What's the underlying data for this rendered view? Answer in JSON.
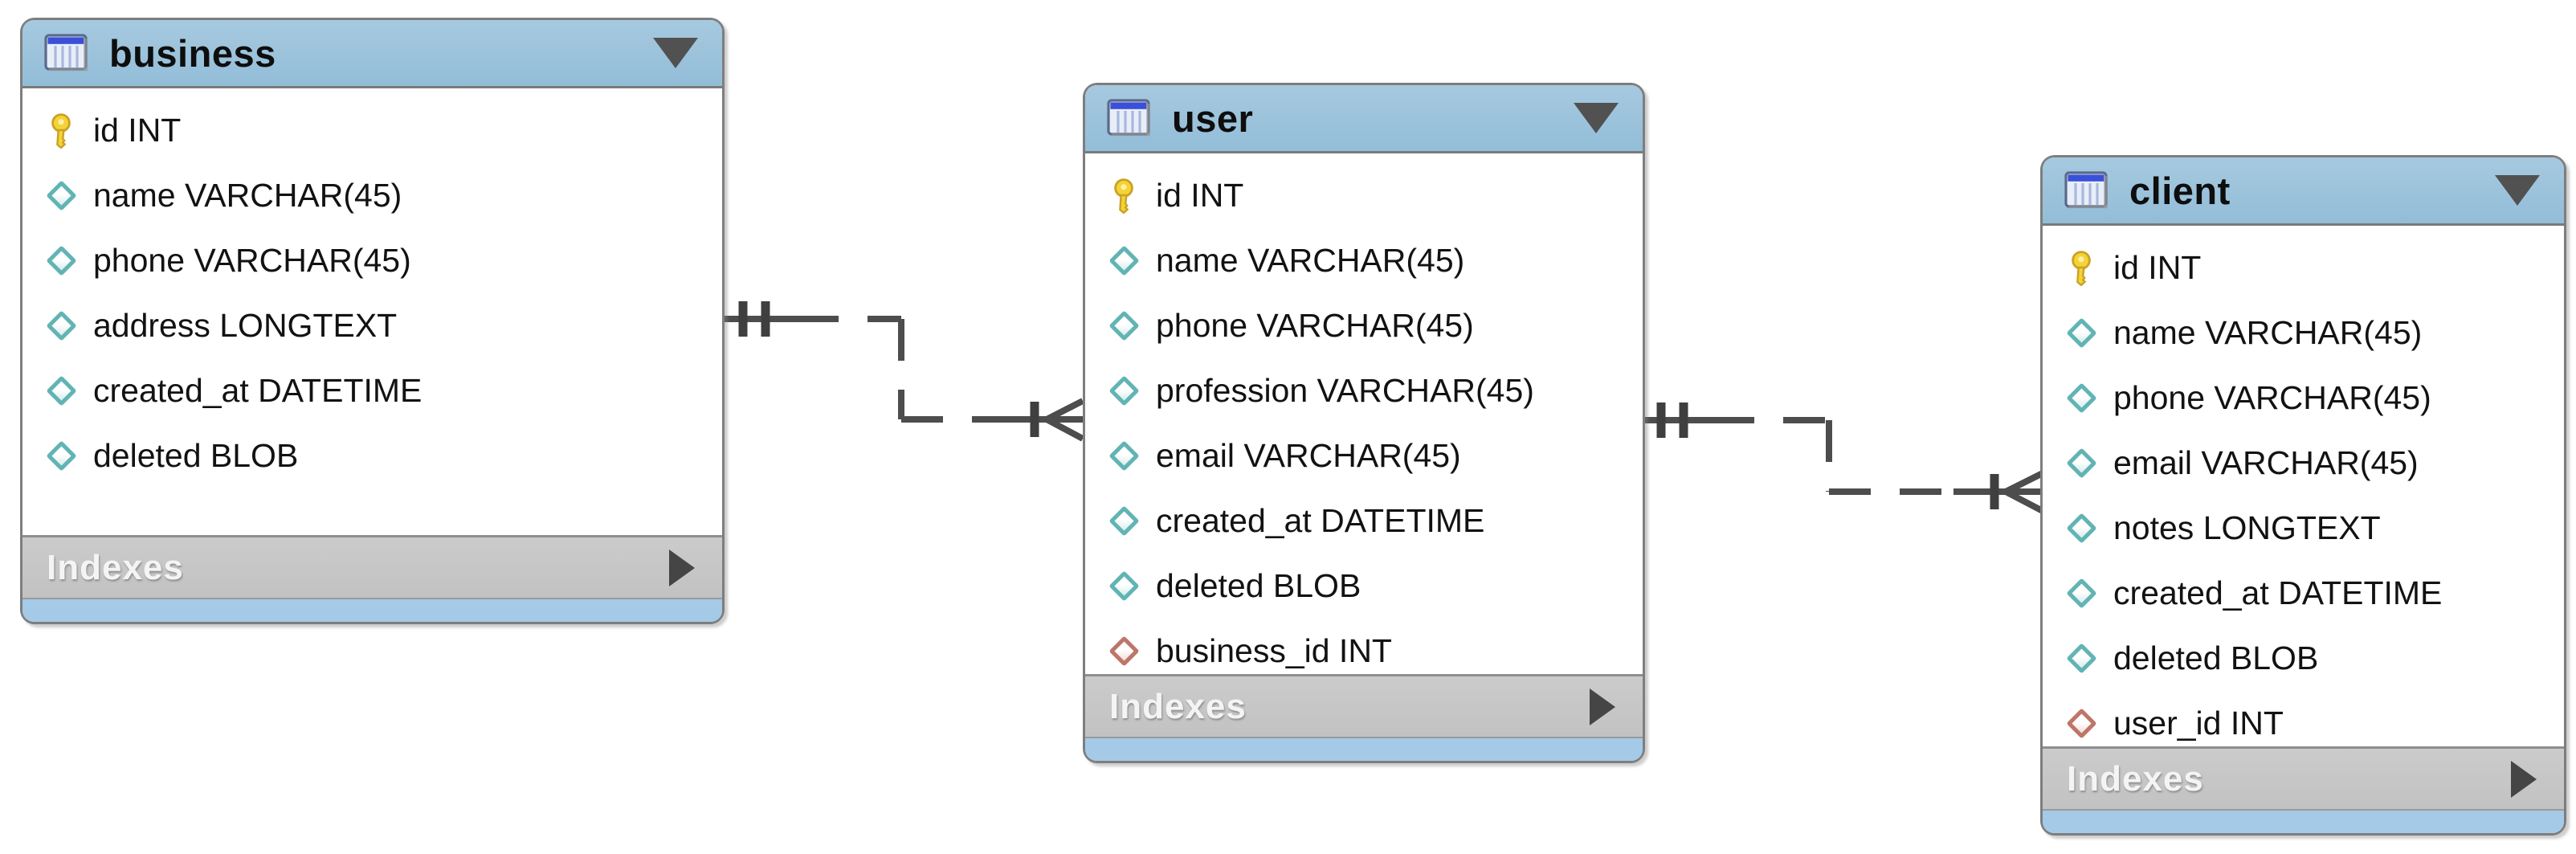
{
  "diagram": {
    "type": "eer-diagram",
    "tables": [
      {
        "name": "business",
        "header_icon": "table-icon",
        "collapse_icon": "triangle-down",
        "columns": [
          {
            "icon": "primary-key-icon",
            "label": "id INT"
          },
          {
            "icon": "column-icon",
            "label": "name VARCHAR(45)"
          },
          {
            "icon": "column-icon",
            "label": "phone VARCHAR(45)"
          },
          {
            "icon": "column-icon",
            "label": "address LONGTEXT"
          },
          {
            "icon": "column-icon",
            "label": "created_at DATETIME"
          },
          {
            "icon": "column-icon",
            "label": "deleted BLOB"
          }
        ],
        "indexes_label": "Indexes",
        "indexes_icon": "triangle-right"
      },
      {
        "name": "user",
        "header_icon": "table-icon",
        "collapse_icon": "triangle-down",
        "columns": [
          {
            "icon": "primary-key-icon",
            "label": "id INT"
          },
          {
            "icon": "column-icon",
            "label": "name VARCHAR(45)"
          },
          {
            "icon": "column-icon",
            "label": "phone VARCHAR(45)"
          },
          {
            "icon": "column-icon",
            "label": "profession VARCHAR(45)"
          },
          {
            "icon": "column-icon",
            "label": "email VARCHAR(45)"
          },
          {
            "icon": "column-icon",
            "label": "created_at DATETIME"
          },
          {
            "icon": "column-icon",
            "label": "deleted BLOB"
          },
          {
            "icon": "foreign-key-icon",
            "label": "business_id INT"
          }
        ],
        "indexes_label": "Indexes",
        "indexes_icon": "triangle-right"
      },
      {
        "name": "client",
        "header_icon": "table-icon",
        "collapse_icon": "triangle-down",
        "columns": [
          {
            "icon": "primary-key-icon",
            "label": "id INT"
          },
          {
            "icon": "column-icon",
            "label": "name VARCHAR(45)"
          },
          {
            "icon": "column-icon",
            "label": "phone VARCHAR(45)"
          },
          {
            "icon": "column-icon",
            "label": "email VARCHAR(45)"
          },
          {
            "icon": "column-icon",
            "label": "notes LONGTEXT"
          },
          {
            "icon": "column-icon",
            "label": "created_at DATETIME"
          },
          {
            "icon": "column-icon",
            "label": "deleted BLOB"
          },
          {
            "icon": "foreign-key-icon",
            "label": "user_id INT"
          }
        ],
        "indexes_label": "Indexes",
        "indexes_icon": "triangle-right"
      }
    ],
    "relationships": [
      {
        "from_table": "business",
        "from_cardinality": "one-mandatory",
        "to_table": "user",
        "to_cardinality": "many-mandatory",
        "line_style": "dashed",
        "foreign_key_column": "business_id"
      },
      {
        "from_table": "user",
        "from_cardinality": "one-mandatory",
        "to_table": "client",
        "to_cardinality": "many-mandatory",
        "line_style": "dashed",
        "foreign_key_column": "user_id"
      }
    ],
    "colors": {
      "header_blue": "#9cc3dd",
      "footer_blue": "#a4cae7",
      "indexes_gray": "#c6c6c6",
      "border_gray": "#7e7e7e",
      "primary_key_yellow": "#f2cd2e",
      "column_teal": "#62b4b4",
      "foreign_key_red": "#bd766a",
      "connector_gray": "#4d4d4d",
      "text_black": "#121212",
      "indexes_text": "#f4f4f4"
    }
  }
}
